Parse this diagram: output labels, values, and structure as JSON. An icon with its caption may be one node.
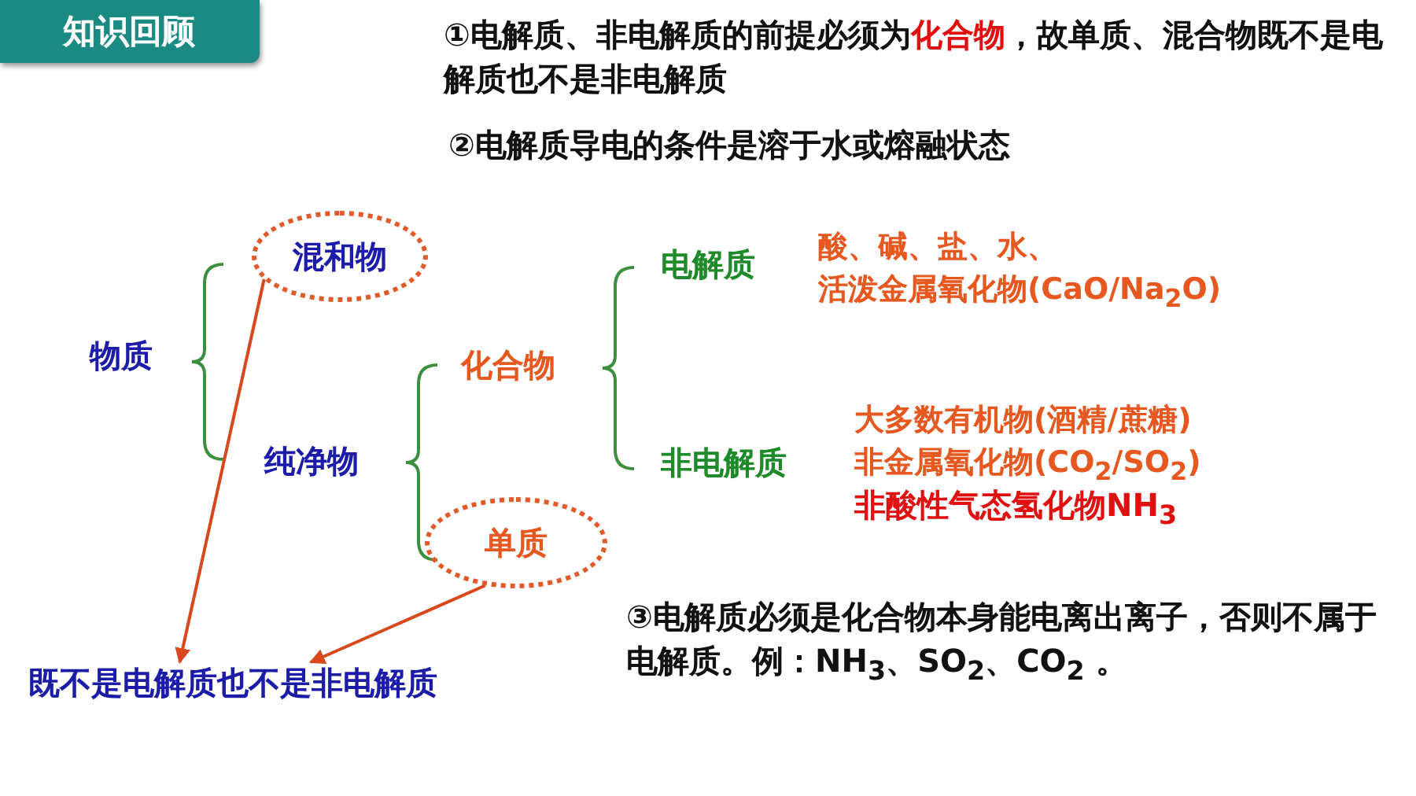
{
  "diagram": {
    "title": "知识回顾",
    "nodes": [
      {
        "text": [
          "物质"
        ]
      },
      {
        "text": [
          "混和物"
        ]
      },
      {
        "text": [
          "纯净物"
        ]
      },
      {
        "text": [
          "化合物"
        ]
      },
      {
        "text": [
          "单质"
        ]
      },
      {
        "text": [
          "电解质"
        ],
        "beside": [
          "酸、碱、盐、水、",
          "活泼金属氧化物(CaO/Na$_{2}$O)"
        ]
      },
      {
        "text": [
          "非电解质"
        ],
        "beside": [
          "大多数有机物(酒精/蔗糖)",
          "非金属氧化物(CO$_{2}$/SO$_{2}$)",
          "非酸性气态氢化物NH$_{3}$"
        ]
      },
      {
        "text": [
          "既不是电解质也不是非电解质"
        ]
      }
    ],
    "edges": [
      {
        "from": 1,
        "to": 7,
        "arrow": "to"
      },
      {
        "from": 4,
        "to": 7,
        "arrow": "to"
      }
    ],
    "labels": [
      "①电解质、非电解质的前提必须为**化合物**，故单质、混合物既不是电解质也不是非电解质",
      "②电解质导电的条件是溶于水或熔融状态",
      "③电解质必须是化合物本身能电离出离子，否则不属于电解质。例：NH$_{3}$、SO$_{2}$、CO$_{2}$ 。"
    ]
  }
}
